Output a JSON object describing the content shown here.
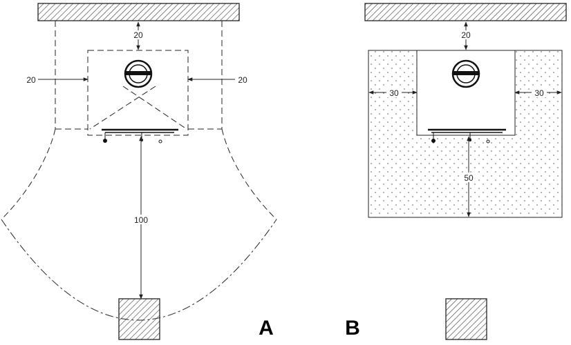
{
  "panel_a": {
    "label": "A",
    "dim_top": "20",
    "dim_left": "20",
    "dim_right": "20",
    "dim_front": "100"
  },
  "panel_b": {
    "label": "B",
    "dim_top": "20",
    "dim_left": "30",
    "dim_right": "30",
    "dim_front": "50"
  },
  "colors": {
    "line": "#222222",
    "hatch": "#333333",
    "dot": "#555555"
  },
  "icons": [
    "wall-hatch-icon",
    "toilet-seat-icon",
    "wall-mounted-fixture-icon",
    "floor-obstacle-icon"
  ]
}
